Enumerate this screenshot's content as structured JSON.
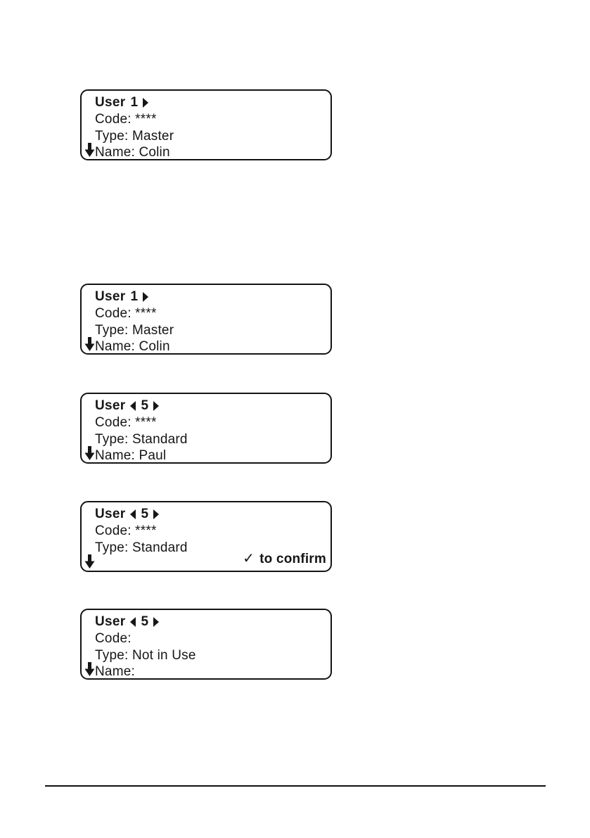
{
  "page": {
    "background_color": "#ffffff",
    "text_color": "#161616",
    "border_color": "#141414"
  },
  "icons": {
    "next_user": "▶",
    "previous_user": "◀",
    "scroll_down": "⬇",
    "confirm_check": "✓"
  },
  "screens": [
    {
      "title_prefix": "User",
      "title_number": "1",
      "code": "Code: ****",
      "type": "Type: Master",
      "name": "Name: Colin"
    },
    {
      "title_prefix": "User",
      "title_number": "1",
      "code": "Code: ****",
      "type": "Type: Master",
      "name": "Name: Colin"
    },
    {
      "title_prefix": "User",
      "title_number": "5",
      "code": "Code: ****",
      "type": "Type: Standard",
      "name": "Name: Paul"
    },
    {
      "title_prefix": "User",
      "title_number": "5",
      "code": "Code: ****",
      "type": "Type: Standard",
      "confirm_icon": "✓",
      "confirm_text": "to confirm"
    },
    {
      "title_prefix": "User",
      "title_number": "5",
      "code": "Code:",
      "type": "Type: Not in Use",
      "name": "Name:"
    }
  ]
}
